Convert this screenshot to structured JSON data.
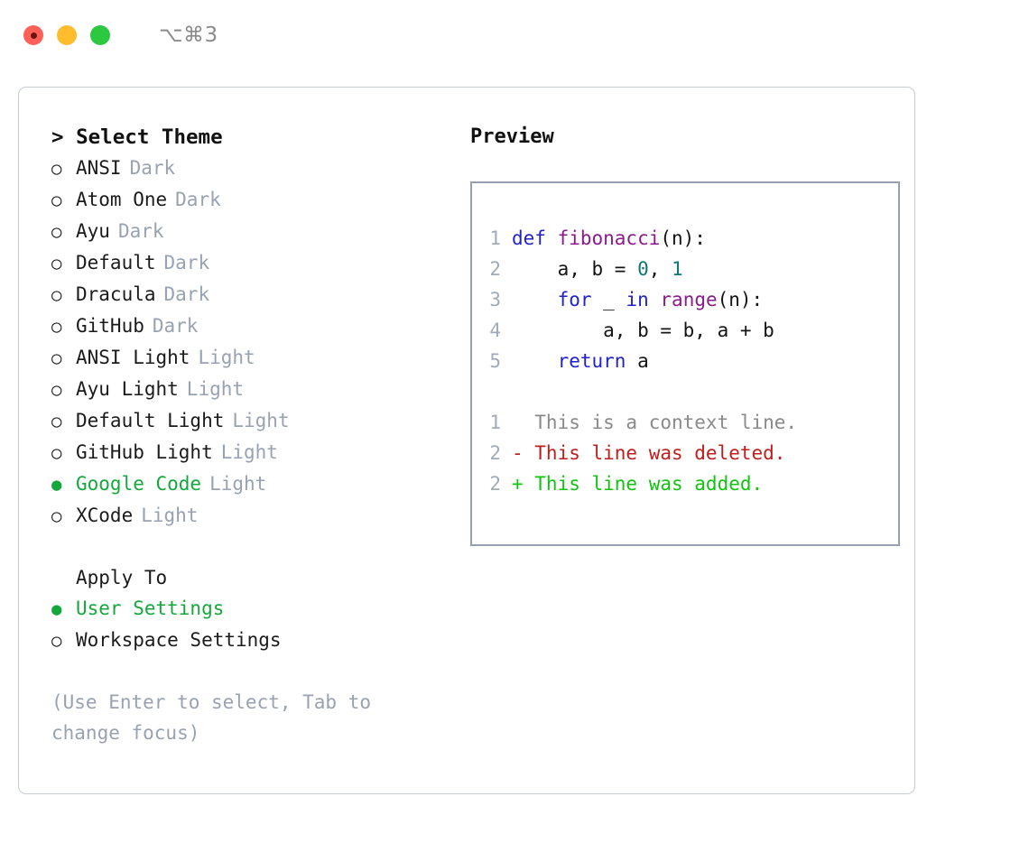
{
  "titlebar": {
    "shortcut": "⌥⌘3",
    "lights": [
      "close",
      "minimize",
      "zoom"
    ]
  },
  "theme_picker": {
    "heading": "> Select Theme",
    "bullet_on": "●",
    "bullet_off": "○",
    "options": [
      {
        "bullet": "○",
        "label": "ANSI",
        "tag": "Dark",
        "selected": false
      },
      {
        "bullet": "○",
        "label": "Atom One",
        "tag": "Dark",
        "selected": false
      },
      {
        "bullet": "○",
        "label": "Ayu",
        "tag": "Dark",
        "selected": false
      },
      {
        "bullet": "○",
        "label": "Default",
        "tag": "Dark",
        "selected": false
      },
      {
        "bullet": "○",
        "label": "Dracula",
        "tag": "Dark",
        "selected": false
      },
      {
        "bullet": "○",
        "label": "GitHub",
        "tag": "Dark",
        "selected": false
      },
      {
        "bullet": "○",
        "label": "ANSI Light",
        "tag": "Light",
        "selected": false
      },
      {
        "bullet": "○",
        "label": "Ayu Light",
        "tag": "Light",
        "selected": false
      },
      {
        "bullet": "○",
        "label": "Default Light",
        "tag": "Light",
        "selected": false
      },
      {
        "bullet": "○",
        "label": "GitHub Light",
        "tag": "Light",
        "selected": false
      },
      {
        "bullet": "●",
        "label": "Google Code",
        "tag": "Light",
        "selected": true
      },
      {
        "bullet": "○",
        "label": "XCode",
        "tag": "Light",
        "selected": false
      }
    ]
  },
  "apply_to": {
    "heading": "Apply To",
    "options": [
      {
        "bullet": "●",
        "label": "User Settings",
        "selected": true
      },
      {
        "bullet": "○",
        "label": "Workspace Settings",
        "selected": false
      }
    ]
  },
  "hint": "(Use Enter to select, Tab to change focus)",
  "preview": {
    "title": "Preview",
    "code_lines": [
      {
        "no": "1",
        "tokens": [
          {
            "t": "def ",
            "k": "kw"
          },
          {
            "t": "fibonacci",
            "k": "fn"
          },
          {
            "t": "(n):",
            "k": "plain"
          }
        ]
      },
      {
        "no": "2",
        "tokens": [
          {
            "t": "    a, b = ",
            "k": "plain"
          },
          {
            "t": "0",
            "k": "num"
          },
          {
            "t": ", ",
            "k": "plain"
          },
          {
            "t": "1",
            "k": "num"
          }
        ]
      },
      {
        "no": "3",
        "tokens": [
          {
            "t": "    ",
            "k": "plain"
          },
          {
            "t": "for",
            "k": "kw"
          },
          {
            "t": " _ ",
            "k": "plain"
          },
          {
            "t": "in",
            "k": "kw"
          },
          {
            "t": " ",
            "k": "plain"
          },
          {
            "t": "range",
            "k": "fn"
          },
          {
            "t": "(n):",
            "k": "plain"
          }
        ]
      },
      {
        "no": "4",
        "tokens": [
          {
            "t": "        a, b = b, a + b",
            "k": "plain"
          }
        ]
      },
      {
        "no": "5",
        "tokens": [
          {
            "t": "    ",
            "k": "plain"
          },
          {
            "t": "return",
            "k": "kw"
          },
          {
            "t": " a",
            "k": "plain"
          }
        ]
      }
    ],
    "diff_lines": [
      {
        "no": "1",
        "text": "  This is a context line.",
        "kind": "ctx"
      },
      {
        "no": "2",
        "text": "- This line was deleted.",
        "kind": "del"
      },
      {
        "no": "2",
        "text": "+ This line was added.",
        "kind": "add"
      }
    ]
  },
  "colors": {
    "selection_green": "#14a83c",
    "tag_gray": "#98a2b3",
    "keyword_blue": "#2222cc",
    "function_magenta": "#8d1a8d",
    "number_teal": "#0b7a75",
    "diff_added_green": "#10c410",
    "diff_deleted_red": "#c01d1d",
    "diff_context_gray": "#8a8a8a",
    "preview_border": "#96a0ae",
    "panel_border": "#c6cbd4"
  }
}
